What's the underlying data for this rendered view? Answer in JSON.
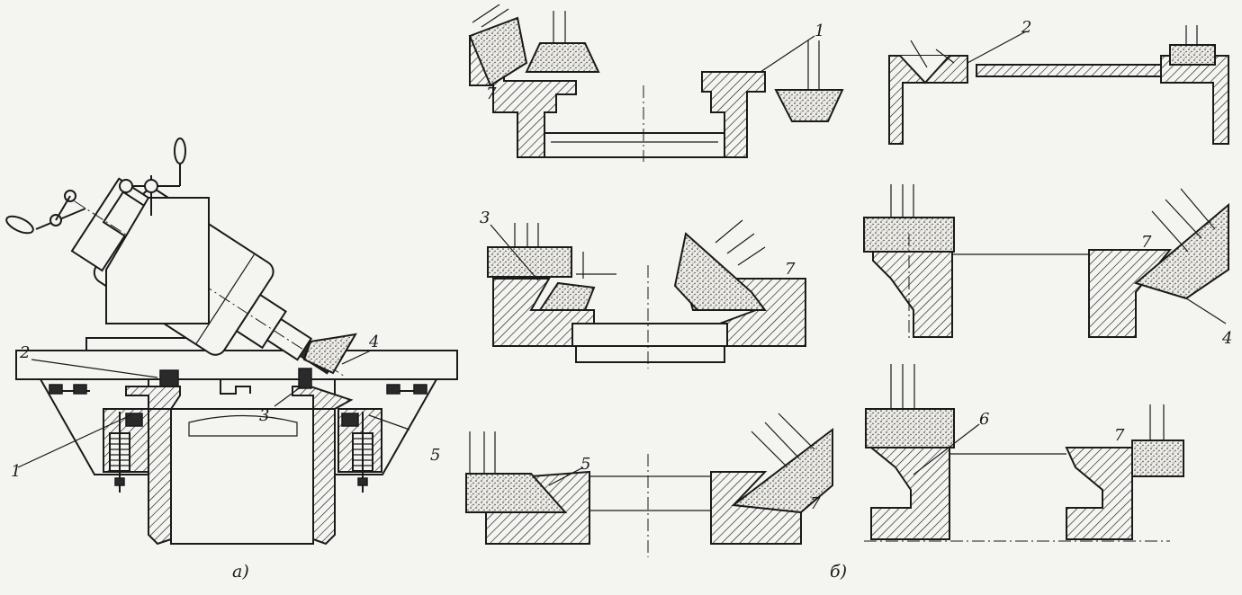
{
  "figure": {
    "captions": {
      "a": "a)",
      "b": "б)"
    },
    "labels_a": {
      "l1": "1",
      "l2": "2",
      "l3": "3",
      "l4": "4",
      "l5": "5"
    },
    "labels_b": {
      "l1": "1",
      "l2": "2",
      "l3": "3",
      "l4": "4",
      "l5": "5",
      "l6": "6"
    },
    "roughness_mark": "7"
  },
  "colors": {
    "ink": "#1a1a1a",
    "paper": "#f4f4f1"
  }
}
